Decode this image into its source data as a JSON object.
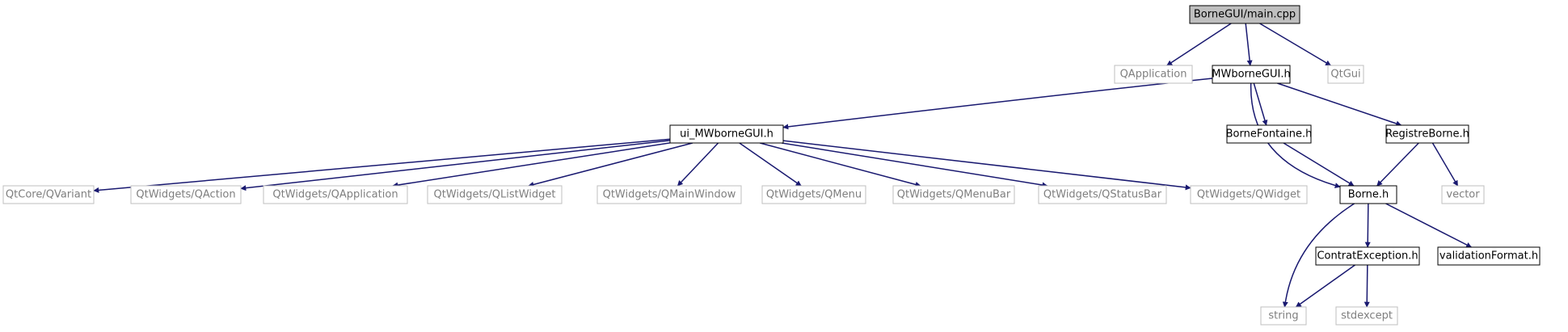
{
  "colors": {
    "edge": "#191970",
    "node_border": "#000000",
    "missing_border": "#bfbfbf",
    "missing_text": "#7f7f7f",
    "root_fill": "#bfbfbf",
    "node_fill": "#ffffff",
    "text": "#000000"
  },
  "nodes": [
    {
      "id": "main_cpp",
      "label": "BorneGUI/main.cpp",
      "kind": "root"
    },
    {
      "id": "qapplication",
      "label": "QApplication",
      "kind": "missing"
    },
    {
      "id": "mwbornegui_h",
      "label": "MWborneGUI.h",
      "kind": "file"
    },
    {
      "id": "qtgui",
      "label": "QtGui",
      "kind": "missing"
    },
    {
      "id": "ui_mwbornegui_h",
      "label": "ui_MWborneGUI.h",
      "kind": "file"
    },
    {
      "id": "bornefontaine_h",
      "label": "BorneFontaine.h",
      "kind": "file"
    },
    {
      "id": "registreborne_h",
      "label": "RegistreBorne.h",
      "kind": "file"
    },
    {
      "id": "qtcore_qvariant",
      "label": "QtCore/QVariant",
      "kind": "missing"
    },
    {
      "id": "qtwidgets_qaction",
      "label": "QtWidgets/QAction",
      "kind": "missing"
    },
    {
      "id": "qtwidgets_qapplication",
      "label": "QtWidgets/QApplication",
      "kind": "missing"
    },
    {
      "id": "qtwidgets_qlistwidget",
      "label": "QtWidgets/QListWidget",
      "kind": "missing"
    },
    {
      "id": "qtwidgets_qmainwindow",
      "label": "QtWidgets/QMainWindow",
      "kind": "missing"
    },
    {
      "id": "qtwidgets_qmenu",
      "label": "QtWidgets/QMenu",
      "kind": "missing"
    },
    {
      "id": "qtwidgets_qmenubar",
      "label": "QtWidgets/QMenuBar",
      "kind": "missing"
    },
    {
      "id": "qtwidgets_qstatusbar",
      "label": "QtWidgets/QStatusBar",
      "kind": "missing"
    },
    {
      "id": "qtwidgets_qwidget",
      "label": "QtWidgets/QWidget",
      "kind": "missing"
    },
    {
      "id": "borne_h",
      "label": "Borne.h",
      "kind": "file"
    },
    {
      "id": "vector",
      "label": "vector",
      "kind": "missing"
    },
    {
      "id": "contratexception_h",
      "label": "ContratException.h",
      "kind": "file"
    },
    {
      "id": "validationformat_h",
      "label": "validationFormat.h",
      "kind": "file"
    },
    {
      "id": "string",
      "label": "string",
      "kind": "missing"
    },
    {
      "id": "stdexcept",
      "label": "stdexcept",
      "kind": "missing"
    }
  ],
  "edges": [
    {
      "from": "main_cpp",
      "to": "qapplication"
    },
    {
      "from": "main_cpp",
      "to": "mwbornegui_h"
    },
    {
      "from": "main_cpp",
      "to": "qtgui"
    },
    {
      "from": "mwbornegui_h",
      "to": "ui_mwbornegui_h"
    },
    {
      "from": "mwbornegui_h",
      "to": "borne_h"
    },
    {
      "from": "mwbornegui_h",
      "to": "bornefontaine_h"
    },
    {
      "from": "mwbornegui_h",
      "to": "registreborne_h"
    },
    {
      "from": "ui_mwbornegui_h",
      "to": "qtcore_qvariant"
    },
    {
      "from": "ui_mwbornegui_h",
      "to": "qtwidgets_qaction"
    },
    {
      "from": "ui_mwbornegui_h",
      "to": "qtwidgets_qapplication"
    },
    {
      "from": "ui_mwbornegui_h",
      "to": "qtwidgets_qlistwidget"
    },
    {
      "from": "ui_mwbornegui_h",
      "to": "qtwidgets_qmainwindow"
    },
    {
      "from": "ui_mwbornegui_h",
      "to": "qtwidgets_qmenu"
    },
    {
      "from": "ui_mwbornegui_h",
      "to": "qtwidgets_qmenubar"
    },
    {
      "from": "ui_mwbornegui_h",
      "to": "qtwidgets_qstatusbar"
    },
    {
      "from": "ui_mwbornegui_h",
      "to": "qtwidgets_qwidget"
    },
    {
      "from": "bornefontaine_h",
      "to": "borne_h"
    },
    {
      "from": "registreborne_h",
      "to": "borne_h"
    },
    {
      "from": "registreborne_h",
      "to": "vector"
    },
    {
      "from": "borne_h",
      "to": "string"
    },
    {
      "from": "borne_h",
      "to": "contratexception_h"
    },
    {
      "from": "borne_h",
      "to": "validationformat_h"
    },
    {
      "from": "contratexception_h",
      "to": "string"
    },
    {
      "from": "contratexception_h",
      "to": "stdexcept"
    }
  ]
}
